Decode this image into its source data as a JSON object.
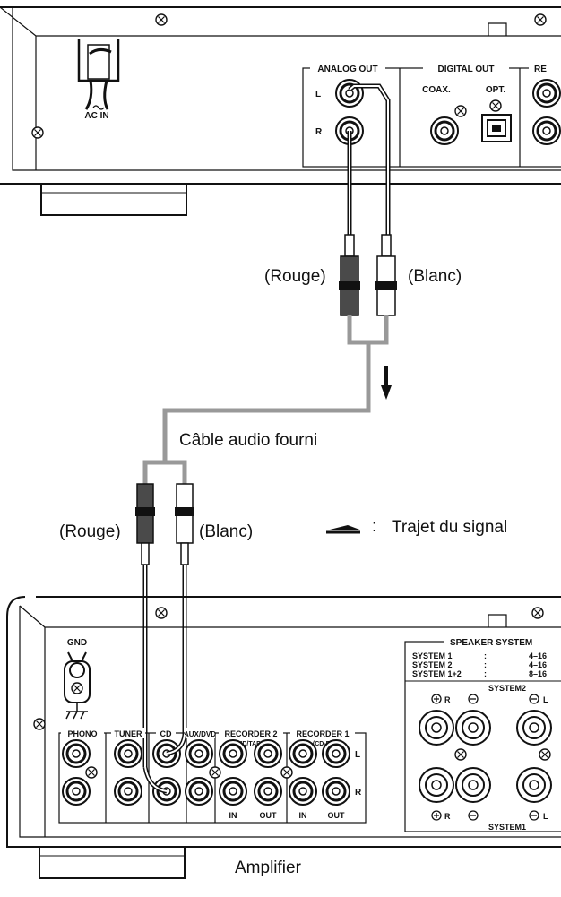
{
  "source_device": {
    "ac_in": "AC IN",
    "analog_out": "ANALOG OUT",
    "digital_out": "DIGITAL OUT",
    "coax": "COAX.",
    "opt": "OPT.",
    "left": "L",
    "right": "R",
    "re_cut": "RE"
  },
  "cable": {
    "red_label_top": "(Rouge)",
    "white_label_top": "(Blanc)",
    "red_label_bottom": "(Rouge)",
    "white_label_bottom": "(Blanc)",
    "caption": "Câble audio fourni"
  },
  "legend": {
    "separator": ":",
    "text": "Trajet du signal"
  },
  "amplifier": {
    "gnd": "GND",
    "phono": "PHONO",
    "tuner": "TUNER",
    "cd": "CD",
    "aux": "AUX/DVD",
    "recorder2": "RECORDER 2",
    "recorder2_sub": "(MD/TAPE)",
    "recorder1": "RECORDER 1",
    "recorder1_sub": "(CD-R)",
    "in": "IN",
    "out": "OUT",
    "left": "L",
    "right": "R",
    "speaker_system": "SPEAKER SYSTEM",
    "sys1": "SYSTEM  1",
    "sys2": "SYSTEM  2",
    "sys12": "SYSTEM  1+2",
    "imp1": "4–16",
    "imp2": "4–16",
    "imp12": "8–16",
    "colon": ":",
    "system2": "SYSTEM2",
    "system1": "SYSTEM1",
    "caption": "Amplifier"
  },
  "colors": {
    "red_plug": "#4a4a4a",
    "white_plug": "#ffffff",
    "cable_gray": "#999999"
  }
}
